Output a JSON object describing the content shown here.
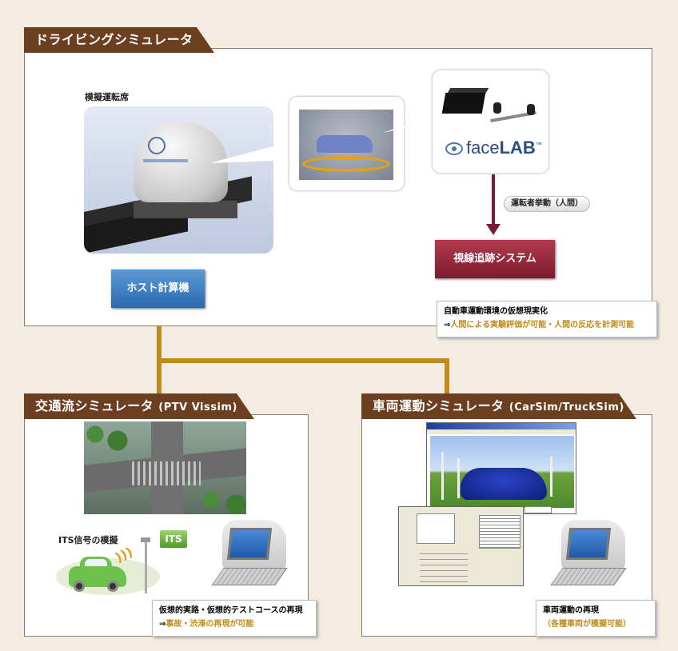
{
  "driving": {
    "title": "ドライビングシミュレータ",
    "seat_label": "模擬運転席",
    "facelab_brand_light": "face",
    "facelab_brand_bold": "LAB",
    "facelab_tm": "™",
    "pill_label": "運転者挙動（人間）",
    "gaze_system": "視線追跡システム",
    "host_computer": "ホスト計算機",
    "note_line1": "自動車運動環境の仮想現実化",
    "note_arrow": "⇒",
    "note_line2": "人間による実験評価が可能・人間の反応を計測可能"
  },
  "traffic": {
    "title": "交通流シミュレータ",
    "title_sub": "(PTV Vissim)",
    "its_label": "ITS信号の模擬",
    "its_badge": "ITS",
    "note_line1": "仮想的実路・仮想的テストコースの再現",
    "note_arrow": "⇒",
    "note_line2": "事故・渋滞の再現が可能"
  },
  "vehicle": {
    "title": "車両運動シミュレータ",
    "title_sub": "(CarSim/TruckSim)",
    "note_line1": "車両運動の再現",
    "note_line2": "（各種車両が模擬可能）"
  },
  "colors": {
    "tab": "#6b3f20",
    "connector": "#c08a1c",
    "gaze": "#8e2436",
    "host": "#2c69b0"
  }
}
